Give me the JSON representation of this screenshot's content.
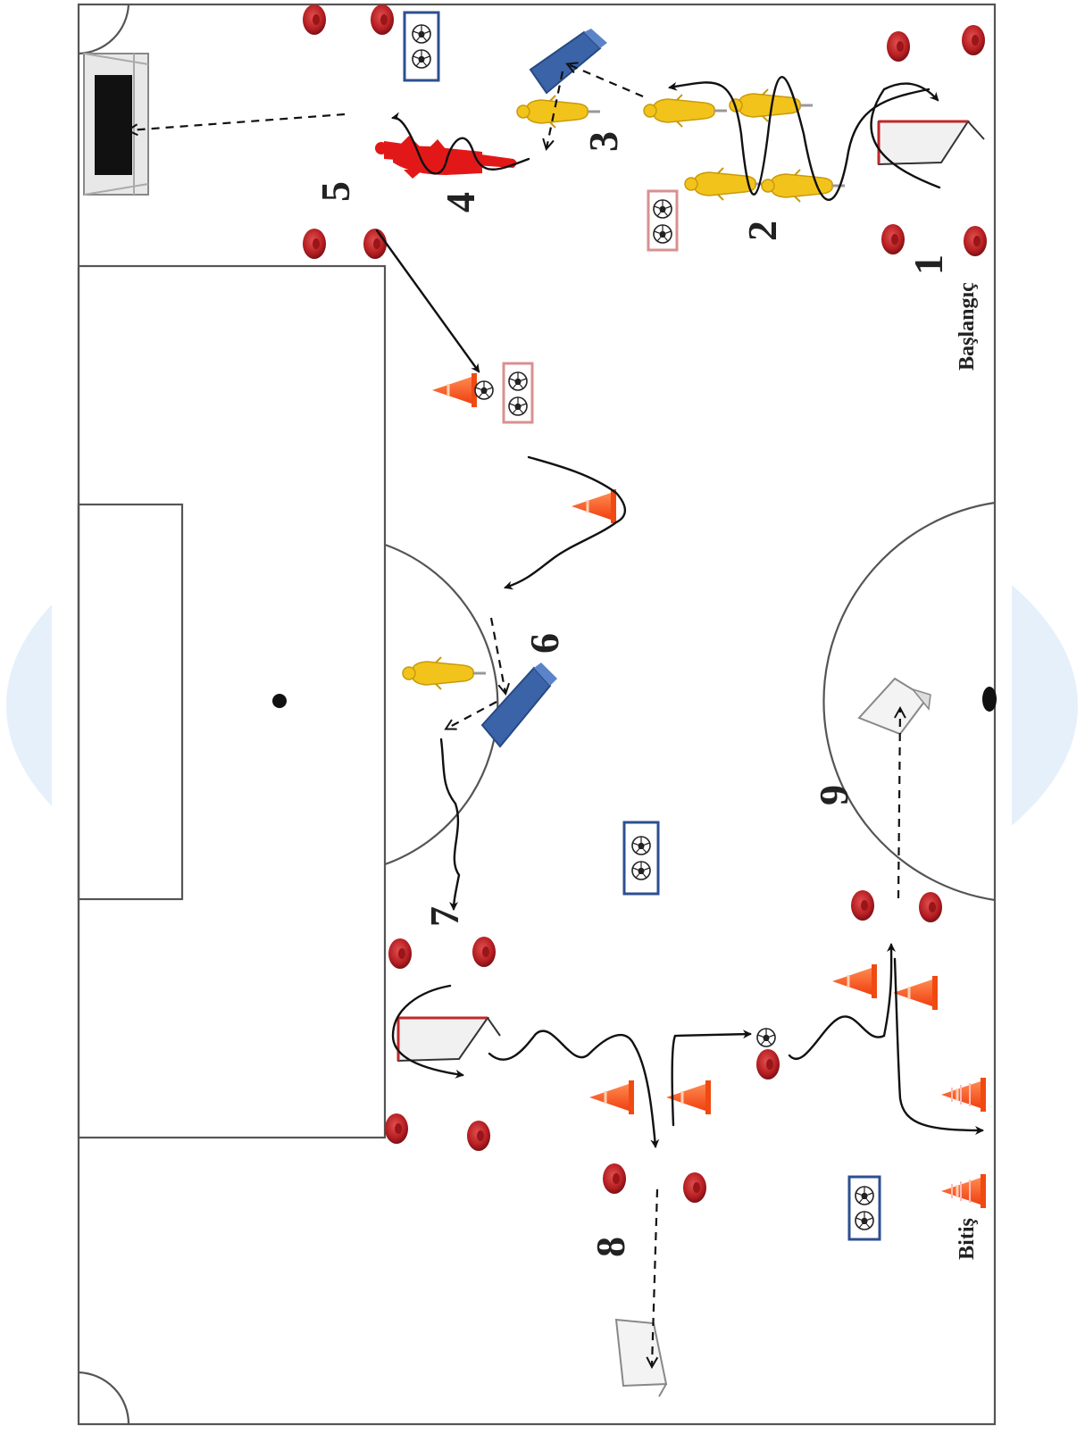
{
  "diagram": {
    "stations": [
      "1",
      "2",
      "3",
      "4",
      "5",
      "6",
      "7",
      "8",
      "9"
    ],
    "start_label": "Başlangıç",
    "end_label": "Bitiş"
  },
  "colors": {
    "pitch_line": "#555555",
    "backdrop": "#e6f0fb",
    "disc_cone": "#c0282a",
    "tall_cone": "#ff5a1e",
    "dummy_yellow": "#f2c41b",
    "dummy_red": "#e21818",
    "hurdle_blue": "#4a73b5",
    "ball_box_blue": "#2d4f91",
    "ball_box_pink": "#d99090"
  },
  "icons": [
    "disc-cone-icon",
    "training-cone-icon",
    "mannequin-icon",
    "rebounder-icon",
    "mini-goal-icon",
    "football-icon",
    "ball-box-icon",
    "goal-icon"
  ]
}
